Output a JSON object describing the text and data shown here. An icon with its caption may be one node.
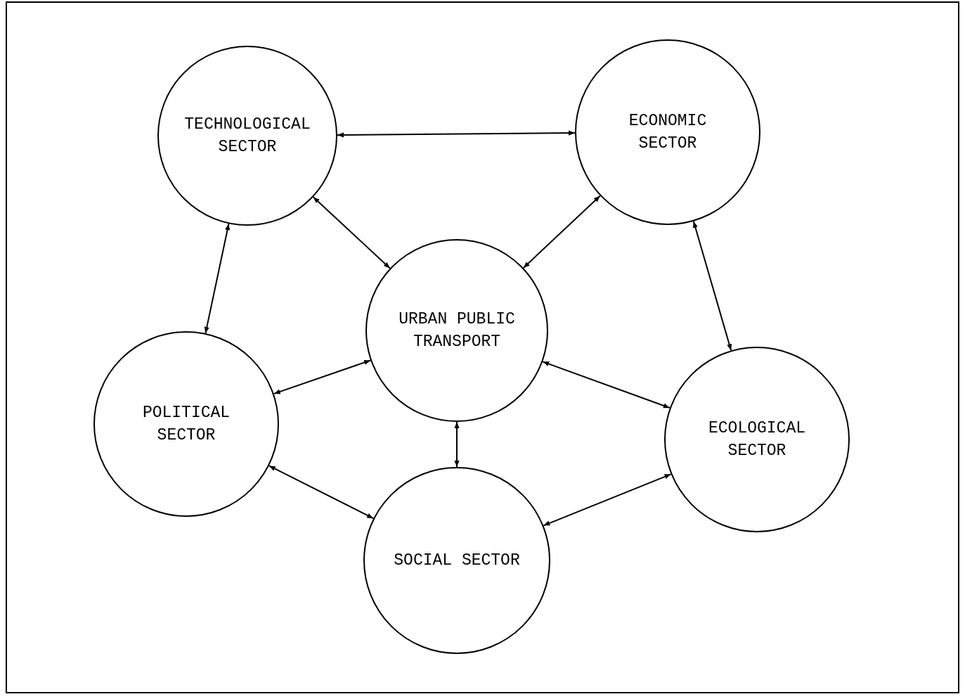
{
  "diagram": {
    "nodes": [
      {
        "text": [
          "URBAN PUBLIC TRANSPORT"
        ]
      },
      {
        "text": [
          "TECHNOLOGICAL SECTOR"
        ]
      },
      {
        "text": [
          "ECONOMIC SECTOR"
        ]
      },
      {
        "text": [
          "POLITICAL SECTOR"
        ]
      },
      {
        "text": [
          "ECOLOGICAL SECTOR"
        ]
      },
      {
        "text": [
          "SOCIAL SECTOR"
        ]
      }
    ],
    "edges": [
      {
        "from": 1,
        "to": 2,
        "arrow": "both"
      },
      {
        "from": 1,
        "to": 0,
        "arrow": "both"
      },
      {
        "from": 2,
        "to": 0,
        "arrow": "both"
      },
      {
        "from": 1,
        "to": 3,
        "arrow": "both"
      },
      {
        "from": 2,
        "to": 4,
        "arrow": "both"
      },
      {
        "from": 3,
        "to": 0,
        "arrow": "both"
      },
      {
        "from": 0,
        "to": 4,
        "arrow": "both"
      },
      {
        "from": 0,
        "to": 5,
        "arrow": "both"
      },
      {
        "from": 3,
        "to": 5,
        "arrow": "both"
      },
      {
        "from": 5,
        "to": 4,
        "arrow": "both"
      }
    ]
  }
}
